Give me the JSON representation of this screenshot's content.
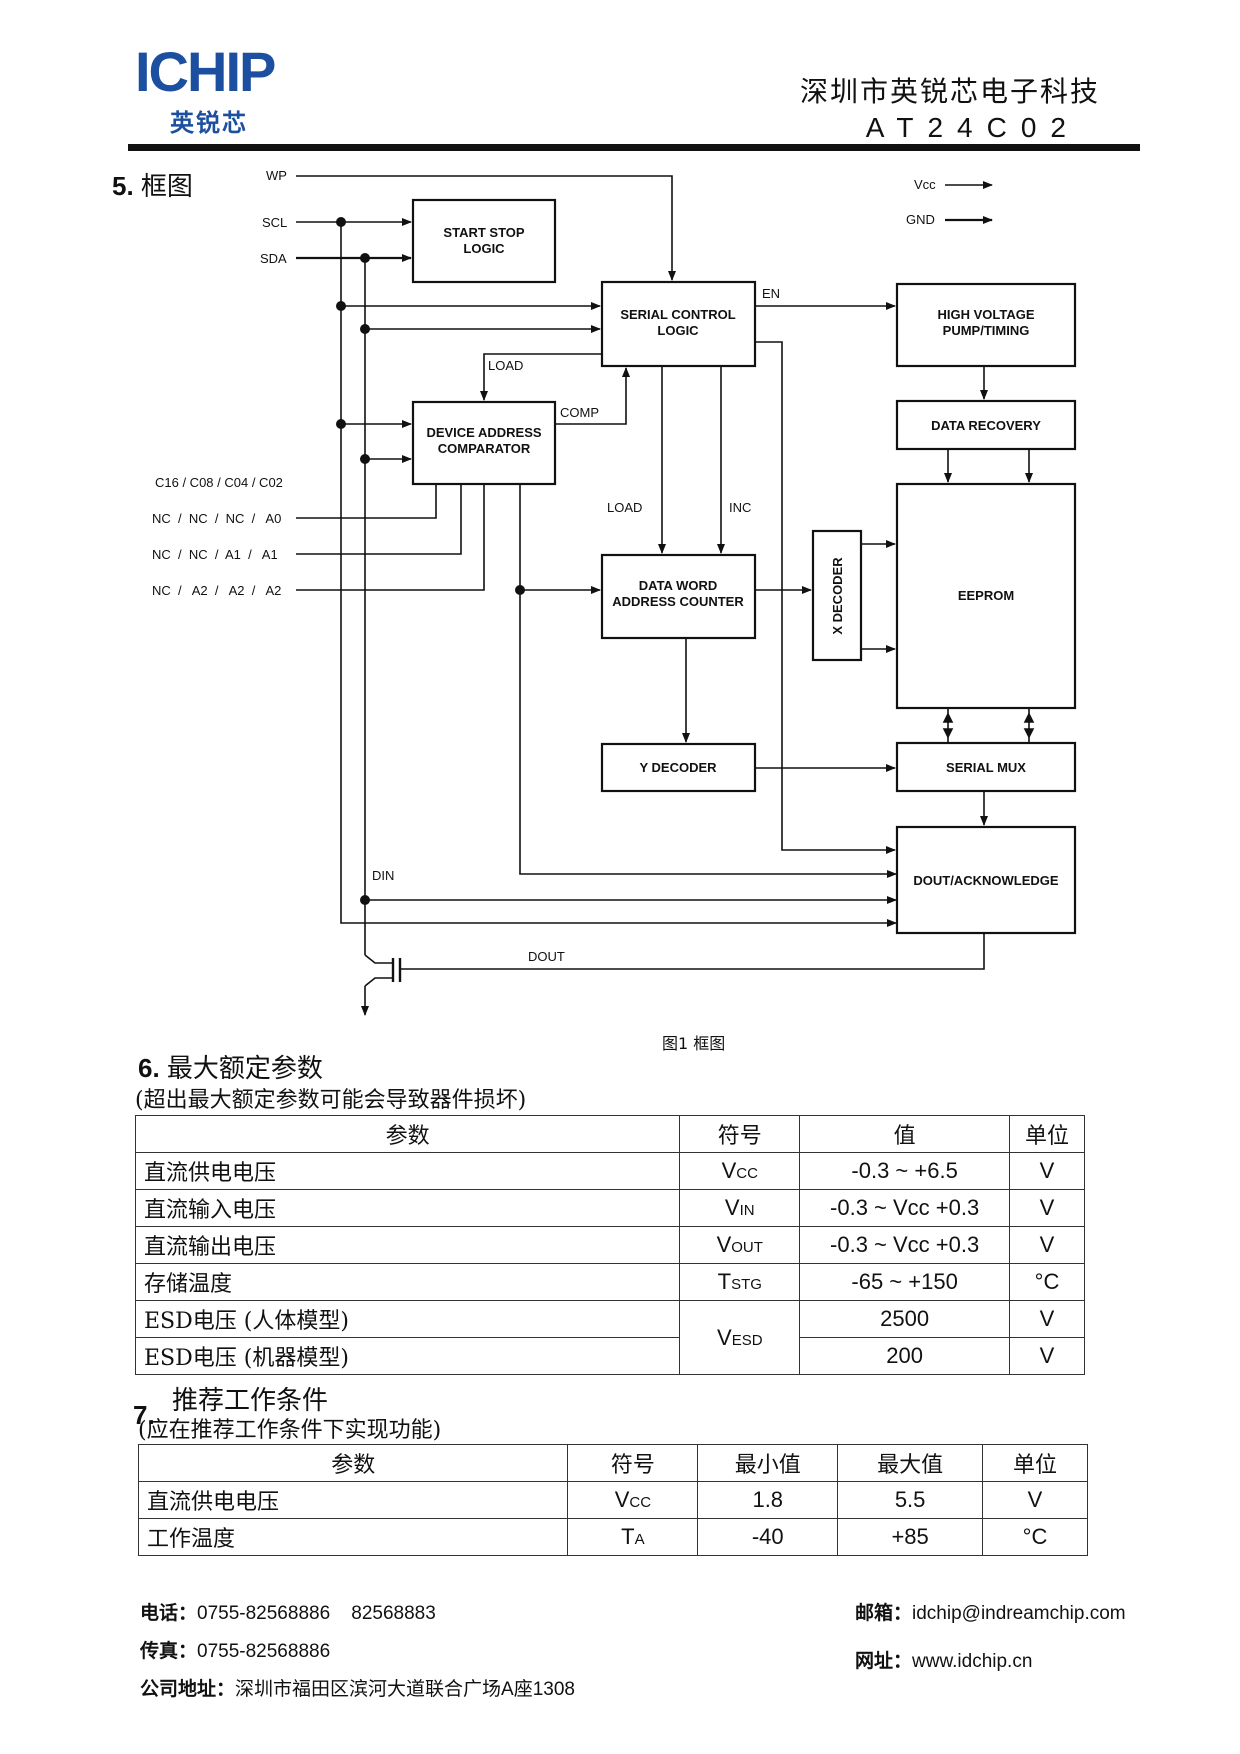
{
  "header": {
    "logo_text": "ICHIP",
    "logo_sub": "英锐芯",
    "company": "深圳市英锐芯电子科技",
    "model": "AT24C02"
  },
  "section5": {
    "num": "5.",
    "title": "框图"
  },
  "diagram": {
    "pins": {
      "wp": "WP",
      "scl": "SCL",
      "sda": "SDA",
      "variants": "C16 / C08 / C04 / C02",
      "a0": "NC  /  NC  /  NC  /   A0",
      "a1": "NC  /  NC  /  A1  /   A1",
      "a2": "NC  /   A2  /   A2  /   A2",
      "vcc": "Vcc",
      "gnd": "GND"
    },
    "blocks": {
      "start_stop_1": "START STOP",
      "start_stop_2": "LOGIC",
      "serial_ctrl_1": "SERIAL CONTROL",
      "serial_ctrl_2": "LOGIC",
      "hv_1": "HIGH VOLTAGE",
      "hv_2": "PUMP/TIMING",
      "dac_1": "DEVICE ADDRESS",
      "dac_2": "COMPARATOR",
      "data_recovery": "DATA RECOVERY",
      "eeprom": "EEPROM",
      "x_decoder": "X DECODER",
      "dwac_1": "DATA WORD",
      "dwac_2": "ADDRESS COUNTER",
      "y_decoder": "Y DECODER",
      "serial_mux": "SERIAL MUX",
      "dout_ack": "DOUT/ACKNOWLEDGE"
    },
    "signals": {
      "en": "EN",
      "load_top": "LOAD",
      "comp": "COMP",
      "load": "LOAD",
      "inc": "INC",
      "din": "DIN",
      "dout": "DOUT"
    }
  },
  "figure_caption": "图1  框图",
  "section6": {
    "num": "6.",
    "title": "最大额定参数",
    "note": "(超出最大额定参数可能会导致器件损坏)",
    "headers": [
      "参数",
      "符号",
      "值",
      "单位"
    ],
    "rows": [
      {
        "param": "直流供电电压",
        "sym": "V",
        "sym_sub": "CC",
        "value": "-0.3 ~ +6.5",
        "unit": "V"
      },
      {
        "param": "直流输入电压",
        "sym": "V",
        "sym_sub": "IN",
        "value": "-0.3 ~ Vcc +0.3",
        "unit": "V"
      },
      {
        "param": "直流输出电压",
        "sym": "V",
        "sym_sub": "OUT",
        "value": "-0.3 ~ Vcc +0.3",
        "unit": "V"
      },
      {
        "param": "存储温度",
        "sym": "T",
        "sym_sub": "STG",
        "value": "-65 ~ +150",
        "unit": "°C"
      },
      {
        "param": "ESD电压 (人体模型)",
        "value": "2500",
        "unit": "V"
      },
      {
        "param": "ESD电压 (机器模型)",
        "value": "200",
        "unit": "V"
      }
    ],
    "esd_sym": "V",
    "esd_sym_sub": "ESD"
  },
  "section7": {
    "num": "7.",
    "title": "推荐工作条件",
    "note": "(应在推荐工作条件下实现功能)",
    "headers": [
      "参数",
      "符号",
      "最小值",
      "最大值",
      "单位"
    ],
    "rows": [
      {
        "param": "直流供电电压",
        "sym": "V",
        "sym_sub": "CC",
        "min": "1.8",
        "max": "5.5",
        "unit": "V"
      },
      {
        "param": "工作温度",
        "sym": "T",
        "sym_sub": "A",
        "min": "-40",
        "max": "+85",
        "unit": "°C"
      }
    ]
  },
  "footer": {
    "tel_label": "电话：",
    "tel": "0755-82568886    82568883",
    "fax_label": "传真：",
    "fax": "0755-82568886",
    "addr_label": "公司地址：",
    "addr": "深圳市福田区滨河大道联合广场A座1308",
    "email_label": "邮箱：",
    "email": "idchip@indreamchip.com",
    "web_label": "网址：",
    "web": "www.idchip.cn"
  }
}
